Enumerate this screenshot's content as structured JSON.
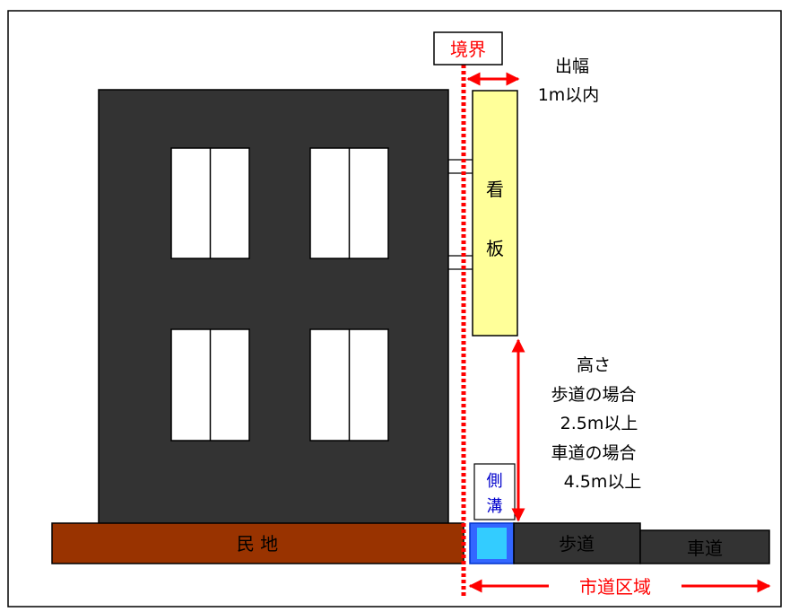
{
  "labels": {
    "boundary": "境界",
    "overhang_title": "出幅",
    "overhang_limit": "1m以内",
    "signboard_top": "看",
    "signboard_bottom": "板",
    "height_title": "高さ",
    "sidewalk_case": "歩道の場合",
    "sidewalk_height": "2.5m以上",
    "roadway_case": "車道の場合",
    "roadway_height": "4.5m以上",
    "gutter_top": "側",
    "gutter_bottom": "溝",
    "private_land": "民 地",
    "sidewalk": "歩道",
    "roadway": "車道",
    "city_road_area": "市道区域"
  },
  "colors": {
    "building": "#333333",
    "window_frame": "#000000",
    "window_glass": "#ffffff",
    "signboard_fill": "#ffff99",
    "boundary_line": "#ff0000",
    "private_land": "#993300",
    "gutter_fill": "#33ccff",
    "gutter_border": "#0033cc",
    "gutter_label": "#0000cc",
    "road_gray": "#333333",
    "arrow_red": "#ff0000",
    "boundary_text": "#ff0000"
  }
}
